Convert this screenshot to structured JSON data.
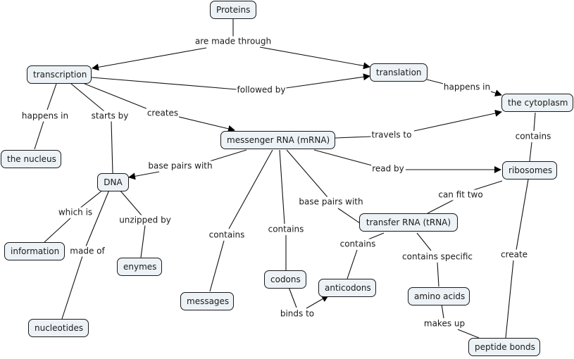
{
  "title": "Proteins concept map",
  "nodes": {
    "proteins": "Proteins",
    "transcription": "transcription",
    "translation": "translation",
    "the_cytoplasm": "the cytoplasm",
    "messenger_rna": "messenger RNA (mRNA)",
    "the_nucleus": "the nucleus",
    "dna": "DNA",
    "ribosomes": "ribosomes",
    "transfer_rna": "transfer RNA (tRNA)",
    "information": "information",
    "enymes": "enymes",
    "messages": "messages",
    "codons": "codons",
    "anticodons": "anticodons",
    "amino_acids": "amino acids",
    "nucleotides": "nucleotides",
    "peptide_bonds": "peptide bonds"
  },
  "links": {
    "are_made_through": "are made through",
    "followed_by": "followed by",
    "happens_in_translation": "happens in",
    "happens_in_transcription": "happens in",
    "starts_by": "starts by",
    "creates": "creates",
    "travels_to": "travels to",
    "contains_cytoplasm": "contains",
    "base_pairs_with_dna": "base pairs with",
    "read_by": "read by",
    "can_fit_two": "can fit two",
    "which_is": "which is",
    "unzipped_by": "unzipped by",
    "made_of": "made of",
    "contains_messages": "contains",
    "contains_codons": "contains",
    "base_pairs_with_trna": "base pairs with",
    "contains_anticodons": "contains",
    "contains_specific": "contains specific",
    "create": "create",
    "binds_to": "binds to",
    "makes_up": "makes up"
  },
  "connections": [
    {
      "from": "proteins",
      "via": "are_made_through",
      "to": [
        "transcription",
        "translation"
      ]
    },
    {
      "from": "transcription",
      "via": "followed_by",
      "to": [
        "translation"
      ]
    },
    {
      "from": "transcription",
      "via": "happens_in_transcription",
      "to": [
        "the_nucleus"
      ]
    },
    {
      "from": "transcription",
      "via": "starts_by",
      "to": [
        "dna"
      ]
    },
    {
      "from": "transcription",
      "via": "creates",
      "to": [
        "messenger_rna"
      ]
    },
    {
      "from": "translation",
      "via": "happens_in_translation",
      "to": [
        "the_cytoplasm"
      ]
    },
    {
      "from": "messenger_rna",
      "via": "travels_to",
      "to": [
        "the_cytoplasm"
      ]
    },
    {
      "from": "messenger_rna",
      "via": "base_pairs_with_dna",
      "to": [
        "dna"
      ]
    },
    {
      "from": "messenger_rna",
      "via": "read_by",
      "to": [
        "ribosomes"
      ]
    },
    {
      "from": "messenger_rna",
      "via": "contains_messages",
      "to": [
        "messages"
      ]
    },
    {
      "from": "messenger_rna",
      "via": "contains_codons",
      "to": [
        "codons"
      ]
    },
    {
      "from": "messenger_rna",
      "via": "base_pairs_with_trna",
      "to": [
        "transfer_rna"
      ]
    },
    {
      "from": "the_cytoplasm",
      "via": "contains_cytoplasm",
      "to": [
        "ribosomes"
      ]
    },
    {
      "from": "ribosomes",
      "via": "can_fit_two",
      "to": [
        "transfer_rna"
      ]
    },
    {
      "from": "ribosomes",
      "via": "create",
      "to": [
        "peptide_bonds"
      ]
    },
    {
      "from": "dna",
      "via": "which_is",
      "to": [
        "information"
      ]
    },
    {
      "from": "dna",
      "via": "unzipped_by",
      "to": [
        "enymes"
      ]
    },
    {
      "from": "dna",
      "via": "made_of",
      "to": [
        "nucleotides"
      ]
    },
    {
      "from": "transfer_rna",
      "via": "contains_anticodons",
      "to": [
        "anticodons"
      ]
    },
    {
      "from": "transfer_rna",
      "via": "contains_specific",
      "to": [
        "amino_acids"
      ]
    },
    {
      "from": "codons",
      "via": "binds_to",
      "to": [
        "anticodons"
      ]
    },
    {
      "from": "amino_acids",
      "via": "makes_up",
      "to": [
        "peptide_bonds"
      ]
    }
  ]
}
